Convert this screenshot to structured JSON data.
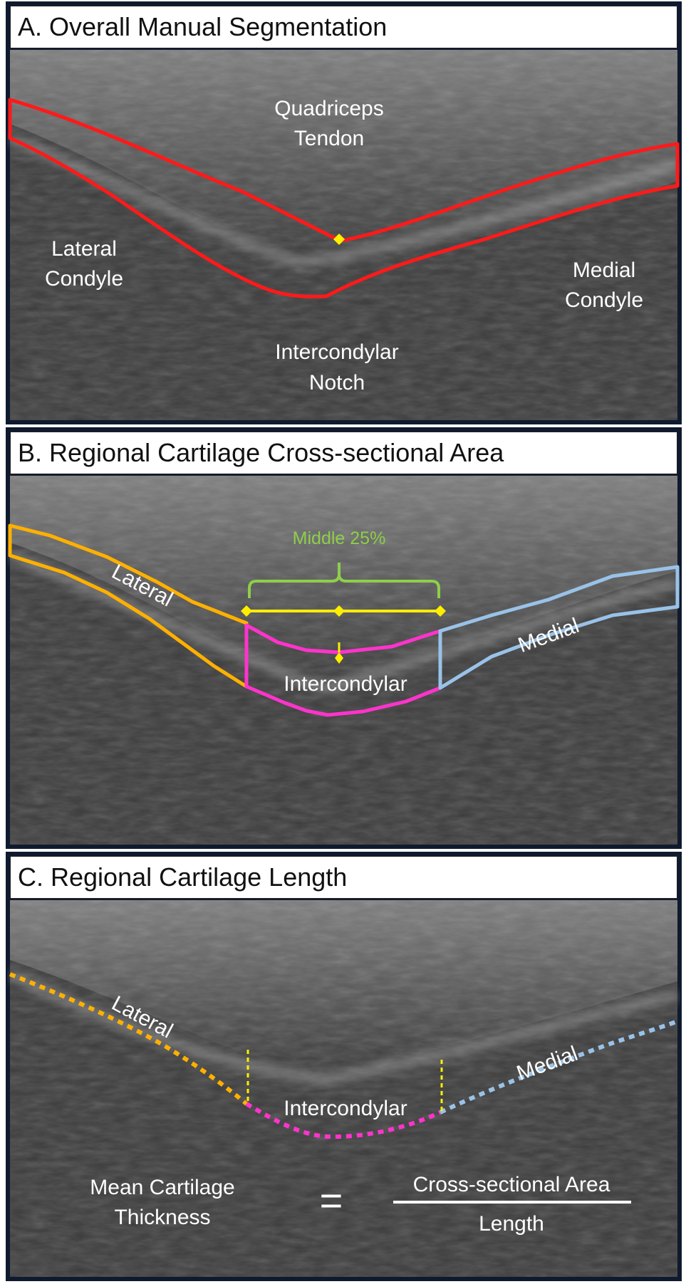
{
  "panels": {
    "a": {
      "title": "A. Overall Manual Segmentation",
      "labels": {
        "tendon_1": "Quadriceps",
        "tendon_2": "Tendon",
        "lateral_1": "Lateral",
        "lateral_2": "Condyle",
        "medial_1": "Medial",
        "medial_2": "Condyle",
        "notch_1": "Intercondylar",
        "notch_2": "Notch"
      }
    },
    "b": {
      "title": "B. Regional Cartilage Cross-sectional Area",
      "labels": {
        "middle": "Middle 25%",
        "lateral": "Lateral",
        "intercondylar": "Intercondylar",
        "medial": "Medial"
      }
    },
    "c": {
      "title": "C. Regional Cartilage Length",
      "labels": {
        "lateral": "Lateral",
        "intercondylar": "Intercondylar",
        "medial": "Medial",
        "lhs_1": "Mean Cartilage",
        "lhs_2": "Thickness",
        "equals": "=",
        "numerator": "Cross-sectional Area",
        "denominator": "Length"
      }
    }
  },
  "colors": {
    "overall": "#ff1a1a",
    "lateral": "#ffb000",
    "intercondylar": "#ff33cc",
    "medial": "#99c2e8",
    "marker": "#ffee00",
    "bracket": "#8fce4a",
    "frame": "#0f1a2e"
  }
}
